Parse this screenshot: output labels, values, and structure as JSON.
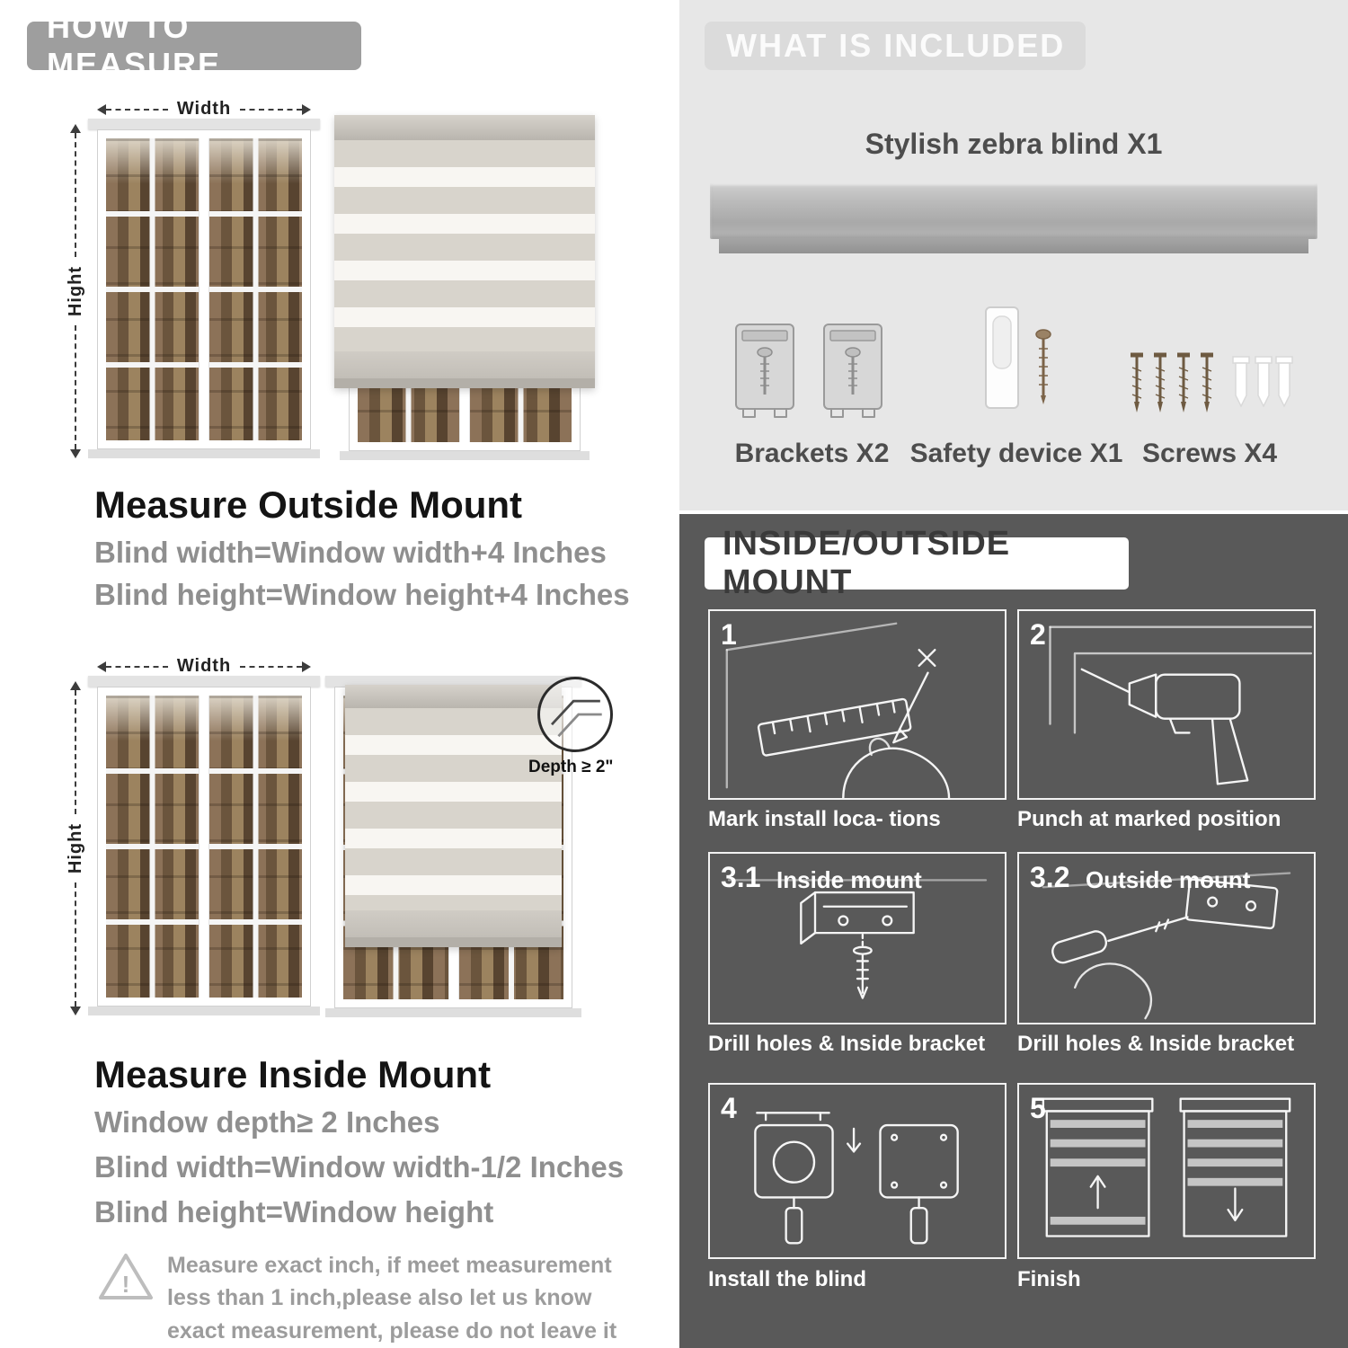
{
  "colors": {
    "header_pill_gray": "#9e9e9e",
    "light_panel_bg": "#e7e7e7",
    "dark_panel_bg": "#595959",
    "muted_text": "#8f8f8f",
    "dark_text": "#141414",
    "white": "#ffffff"
  },
  "measure": {
    "header": "HOW TO MEASURE",
    "width_label": "Width",
    "height_label": "Hight",
    "outside": {
      "title": "Measure Outside Mount",
      "lines": [
        "Blind width=Window width+4 Inches",
        "Blind height=Window height+4 Inches"
      ]
    },
    "inside": {
      "title": "Measure Inside Mount",
      "depth_callout": "Depth ≥ 2\"",
      "lines": [
        "Window depth≥ 2 Inches",
        "Blind width=Window width-1/2 Inches",
        "Blind height=Window height"
      ]
    },
    "note": {
      "mark": "!",
      "text": "Measure exact inch, if meet measurement less than 1 inch,please also let us know exact measurement, please do not leave it"
    }
  },
  "included": {
    "header": "WHAT IS INCLUDED",
    "blind_label": "Stylish zebra blind X1",
    "items": [
      {
        "label": "Brackets X2"
      },
      {
        "label": "Safety device X1"
      },
      {
        "label": "Screws X4"
      }
    ]
  },
  "mount": {
    "header": "INSIDE/OUTSIDE MOUNT",
    "steps": [
      {
        "num": "1",
        "caption": "Mark install loca- tions"
      },
      {
        "num": "2",
        "caption": "Punch at  marked position"
      },
      {
        "num": "3.1",
        "title": "Inside mount",
        "caption": "Drill holes &  Inside bracket"
      },
      {
        "num": "3.2",
        "title": "Outside mount",
        "caption": "Drill holes &  Inside bracket"
      },
      {
        "num": "4",
        "caption": "Install the blind"
      },
      {
        "num": "5",
        "caption": "Finish"
      }
    ]
  }
}
